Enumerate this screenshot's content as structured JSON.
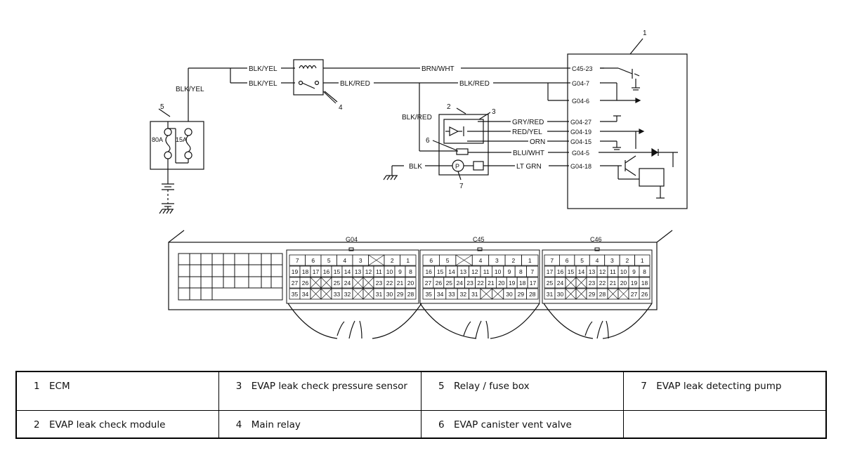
{
  "diagram": {
    "callouts": [
      "1",
      "2",
      "3",
      "4",
      "5",
      "6",
      "7"
    ],
    "wires": {
      "blk_yel_top": "BLK/YEL",
      "blk_yel_mid": "BLK/YEL",
      "blk_yel_left": "BLK/YEL",
      "blk_red_1": "BLK/RED",
      "blk_red_2": "BLK/RED",
      "blk_red_vert": "BLK/RED",
      "brn_wht": "BRN/WHT",
      "gry_red": "GRY/RED",
      "red_yel": "RED/YEL",
      "orn": "ORN",
      "blu_wht": "BLU/WHT",
      "lt_grn": "LT GRN",
      "blk": "BLK"
    },
    "ecm_pins": [
      "C45-23",
      "G04-7",
      "G04-6",
      "G04-27",
      "G04-19",
      "G04-15",
      "G04-5",
      "G04-18"
    ],
    "fuses": [
      "80A",
      "15A"
    ],
    "pump_symbol": "P",
    "connector_labels": [
      "G04",
      "C45",
      "C46"
    ],
    "g04_rows": [
      [
        "7",
        "6",
        "5",
        "4",
        "3",
        "",
        "2",
        "1"
      ],
      [
        "19",
        "18",
        "17",
        "16",
        "15",
        "14",
        "13",
        "12",
        "11",
        "10",
        "9",
        "8"
      ],
      [
        "27",
        "26",
        "",
        "",
        "25",
        "24",
        "",
        "",
        "23",
        "22",
        "21",
        "20"
      ],
      [
        "35",
        "34",
        "",
        "",
        "33",
        "32",
        "",
        "",
        "31",
        "30",
        "29",
        "28"
      ]
    ],
    "c45_rows": [
      [
        "6",
        "5",
        "",
        "4",
        "3",
        "2",
        "1"
      ],
      [
        "16",
        "15",
        "14",
        "13",
        "12",
        "11",
        "10",
        "9",
        "8",
        "7"
      ],
      [
        "27",
        "26",
        "25",
        "24",
        "23",
        "22",
        "21",
        "20",
        "19",
        "18",
        "17"
      ],
      [
        "35",
        "34",
        "33",
        "32",
        "31",
        "",
        "",
        "30",
        "29",
        "28"
      ]
    ],
    "c46_rows": [
      [
        "7",
        "6",
        "5",
        "4",
        "3",
        "2",
        "1"
      ],
      [
        "17",
        "16",
        "15",
        "14",
        "13",
        "12",
        "11",
        "10",
        "9",
        "8"
      ],
      [
        "25",
        "24",
        "",
        "",
        "23",
        "22",
        "21",
        "20",
        "19",
        "18"
      ],
      [
        "31",
        "30",
        "",
        "",
        "29",
        "28",
        "",
        "",
        "27",
        "26"
      ]
    ]
  },
  "legend": [
    [
      {
        "num": "1",
        "text": "ECM"
      },
      {
        "num": "3",
        "text": "EVAP leak check pressure sensor"
      },
      {
        "num": "5",
        "text": "Relay / fuse box"
      },
      {
        "num": "7",
        "text": "EVAP leak detecting pump"
      }
    ],
    [
      {
        "num": "2",
        "text": "EVAP leak check module"
      },
      {
        "num": "4",
        "text": "Main relay"
      },
      {
        "num": "6",
        "text": "EVAP canister vent valve"
      },
      {
        "num": "",
        "text": ""
      }
    ]
  ]
}
